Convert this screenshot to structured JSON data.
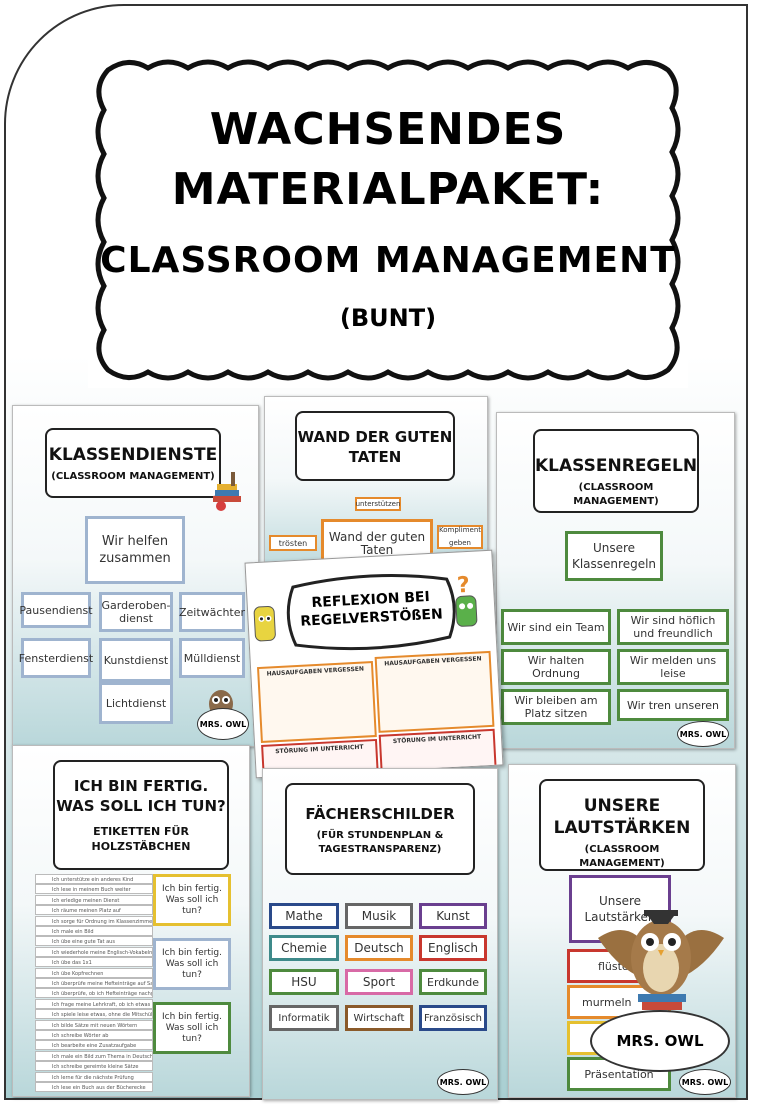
{
  "cover": {
    "title_line1": "WACHSENDES",
    "title_line2": "MATERIALPAKET:",
    "title_line3": "CLASSROOM MANAGEMENT",
    "title_line4": "(BUNT)"
  },
  "posters": {
    "klassendienste": {
      "title": "KLASSENDIENSTE",
      "subtitle": "(CLASSROOM MANAGEMENT)",
      "header_card": "Wir helfen zusammen",
      "cards": [
        "Pausendienst",
        "Garderoben-dienst",
        "Zeitwächter",
        "Fensterdienst",
        "Kunstdienst",
        "Mülldienst",
        "Lichtdienst"
      ],
      "badge": "MRS. OWL"
    },
    "wand": {
      "title": "WAND DER GUTEN TATEN",
      "cards": [
        "unterstützen",
        "trösten",
        "Wand der guten Taten",
        "Kompliment geben"
      ]
    },
    "klassenregeln": {
      "title": "KLASSENREGELN",
      "subtitle": "(CLASSROOM MANAGEMENT)",
      "header_card": "Unsere Klassenregeln",
      "cards": [
        "Wir sind ein Team",
        "Wir sind höflich und freundlich",
        "Wir halten Ordnung",
        "Wir melden uns leise",
        "Wir bleiben am Platz sitzen",
        "Wir tren unseren"
      ],
      "badge": "MRS. OWL"
    },
    "reflexion": {
      "title": "REFLEXION BEI REGELVERSTÖßEN",
      "box1_head": "HAUSAUFGABEN VERGESSEN",
      "box2_head": "HAUSAUFGABEN VERGESSEN",
      "box3_head": "STÖRUNG IM UNTERRICHT",
      "box4_head": "STÖRUNG IM UNTERRICHT"
    },
    "fertig": {
      "title": "ICH BIN FERTIG. WAS SOLL ICH TUN?",
      "subtitle": "ETIKETTEN FÜR HOLZSTÄBCHEN",
      "strips": [
        "Ich unterstütze ein anderes Kind",
        "Ich lese in meinem Buch weiter",
        "Ich erledige meinen Dienst",
        "Ich räume meinen Platz auf",
        "Ich sorge für Ordnung im Klassenzimmer",
        "Ich male ein Bild",
        "Ich übe eine gute Tat aus",
        "Ich wiederhole meine Englisch-Vokabeln",
        "Ich übe das 1x1",
        "Ich übe Kopfrechnen",
        "Ich überprüfe meine Hefteinträge auf Sauberkeit",
        "Ich überprüfe, ob ich Hefteinträge nachgeholt habe",
        "Ich frage meine Lehrkraft, ob ich etwas helfen kann",
        "Ich spiele leise etwas, ohne die Mitschüler zu stören",
        "Ich bilde Sätze mit neuen Wörtern",
        "Ich schreibe Wörter ab",
        "Ich bearbeite eine Zusatzaufgabe",
        "Ich male ein Bild zum Thema in Deutsch",
        "Ich schreibe gereimte kleine Sätze",
        "Ich lerne für die nächste Prüfung",
        "Ich lese ein Buch aus der Bücherecke"
      ],
      "cards": [
        "Ich bin fertig. Was soll ich tun?",
        "Ich bin fertig. Was soll ich tun?",
        "Ich bin fertig. Was soll ich tun?"
      ]
    },
    "faecher": {
      "title": "FÄCHERSCHILDER",
      "subtitle": "(FÜR STUNDENPLAN & TAGESTRANSPARENZ)",
      "cards": [
        "Mathe",
        "Musik",
        "Kunst",
        "Chemie",
        "Deutsch",
        "Englisch",
        "HSU",
        "Sport",
        "Erdkunde",
        "Informatik",
        "Wirtschaft",
        "Französisch"
      ],
      "badge": "MRS. OWL"
    },
    "lautstaerken": {
      "title": "UNSERE LAUTSTÄRKEN",
      "subtitle": "(CLASSROOM MANAGEMENT)",
      "header_card": "Unsere Lautstärken",
      "cards": [
        "flüstern",
        "murmeln",
        "",
        "Präsentation"
      ],
      "badge": "MRS. OWL"
    }
  },
  "brand": {
    "badge": "MRS. OWL"
  }
}
